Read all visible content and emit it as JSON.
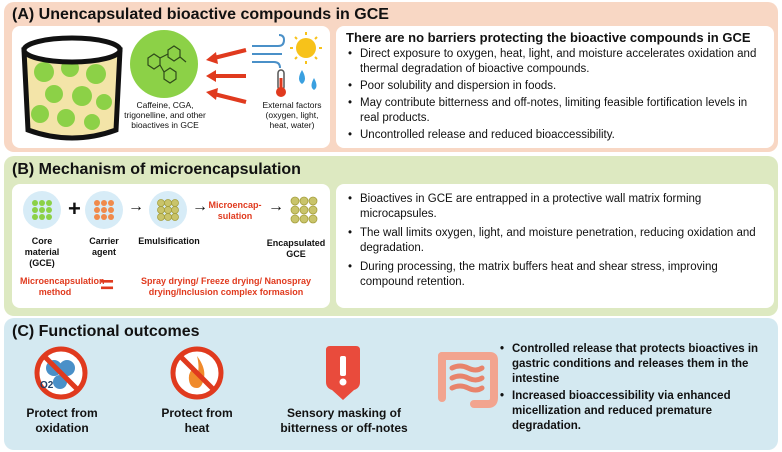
{
  "panel_a": {
    "title": "(A) Unencapsulated bioactive compounds in GCE",
    "compounds_label": "Caffeine, CGA, trigonelline, and other bioactives in GCE",
    "external_label": "External factors (oxygen, light, heat, water)",
    "heading": "There are no barriers protecting the bioactive compounds in GCE",
    "bullets": [
      "Direct exposure to oxygen, heat, light, and moisture accelerates oxidation and thermal degradation of bioactive compounds.",
      "Poor solubility and dispersion in foods.",
      "May contribute bitterness and off-notes, limiting feasible fortification levels in real products.",
      "Uncontrolled release and reduced bioaccessibility."
    ]
  },
  "panel_b": {
    "title": "(B) Mechanism of microencapsulation",
    "core_label": "Core material (GCE)",
    "carrier_label": "Carrier agent",
    "emulsification_label": "Emulsification",
    "microencap_label": "Microencap- sulation",
    "encapsulated_label": "Encapsulated GCE",
    "method_label": "Microencapsulation method",
    "equals": "=",
    "method_value": "Spray drying/ Freeze drying/ Nanospray drying/Inclusion complex formasion",
    "plus": "+",
    "arrow": "→",
    "bullets": [
      "Bioactives in GCE are entrapped in a protective wall matrix forming microcapsules.",
      "The wall limits oxygen, light, and moisture penetration, reducing oxidation and degradation.",
      "During processing, the matrix buffers heat and shear stress, improving compound retention."
    ]
  },
  "panel_c": {
    "title": "(C) Functional outcomes",
    "oxidation_label": "Protect from oxidation",
    "o2_text": "O2",
    "heat_label": "Protect from heat",
    "sensory_label": "Sensory masking of bitterness or off-notes",
    "bullets": [
      "Controlled release that protects bioactives in gastric conditions and releases them in the intestine",
      "Increased bioaccessibility via enhanced micellization and reduced premature degradation."
    ]
  },
  "colors": {
    "panel_a_bg": "#f8d7c4",
    "panel_b_bg": "#dde9c1",
    "panel_c_bg": "#d4e9f1",
    "accent_red": "#e03a1e",
    "green_particle": "#8cd147"
  }
}
